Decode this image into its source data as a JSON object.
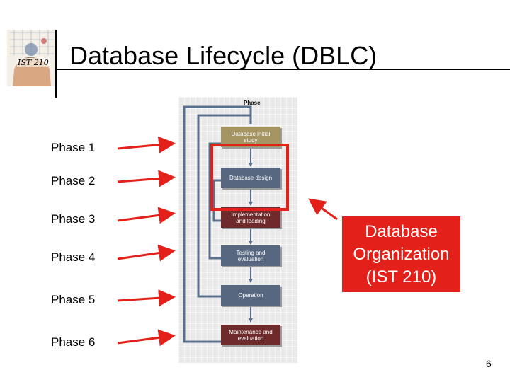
{
  "header": {
    "logo_text": "IST 210",
    "title": "Database Lifecycle (DBLC)"
  },
  "phases": [
    {
      "label": "Phase 1"
    },
    {
      "label": "Phase 2"
    },
    {
      "label": "Phase 3"
    },
    {
      "label": "Phase 4"
    },
    {
      "label": "Phase 5"
    },
    {
      "label": "Phase 6"
    }
  ],
  "figure": {
    "header": "Phase",
    "steps": [
      {
        "line1": "Database initial",
        "line2": "study"
      },
      {
        "line1": "Database design",
        "line2": ""
      },
      {
        "line1": "Implementation",
        "line2": "and loading"
      },
      {
        "line1": "Testing and",
        "line2": "evaluation"
      },
      {
        "line1": "Operation",
        "line2": ""
      },
      {
        "line1": "Maintenance and",
        "line2": "evaluation"
      }
    ]
  },
  "callout": {
    "line1": "Database",
    "line2": "Organization",
    "line3": "(IST 210)"
  },
  "slide_number": "6",
  "colors": {
    "accent_red": "#e4201a",
    "step_tan": "#a59563",
    "step_blue": "#56677f",
    "step_red": "#6f2b2b",
    "flow_line": "#5a6f8c"
  }
}
